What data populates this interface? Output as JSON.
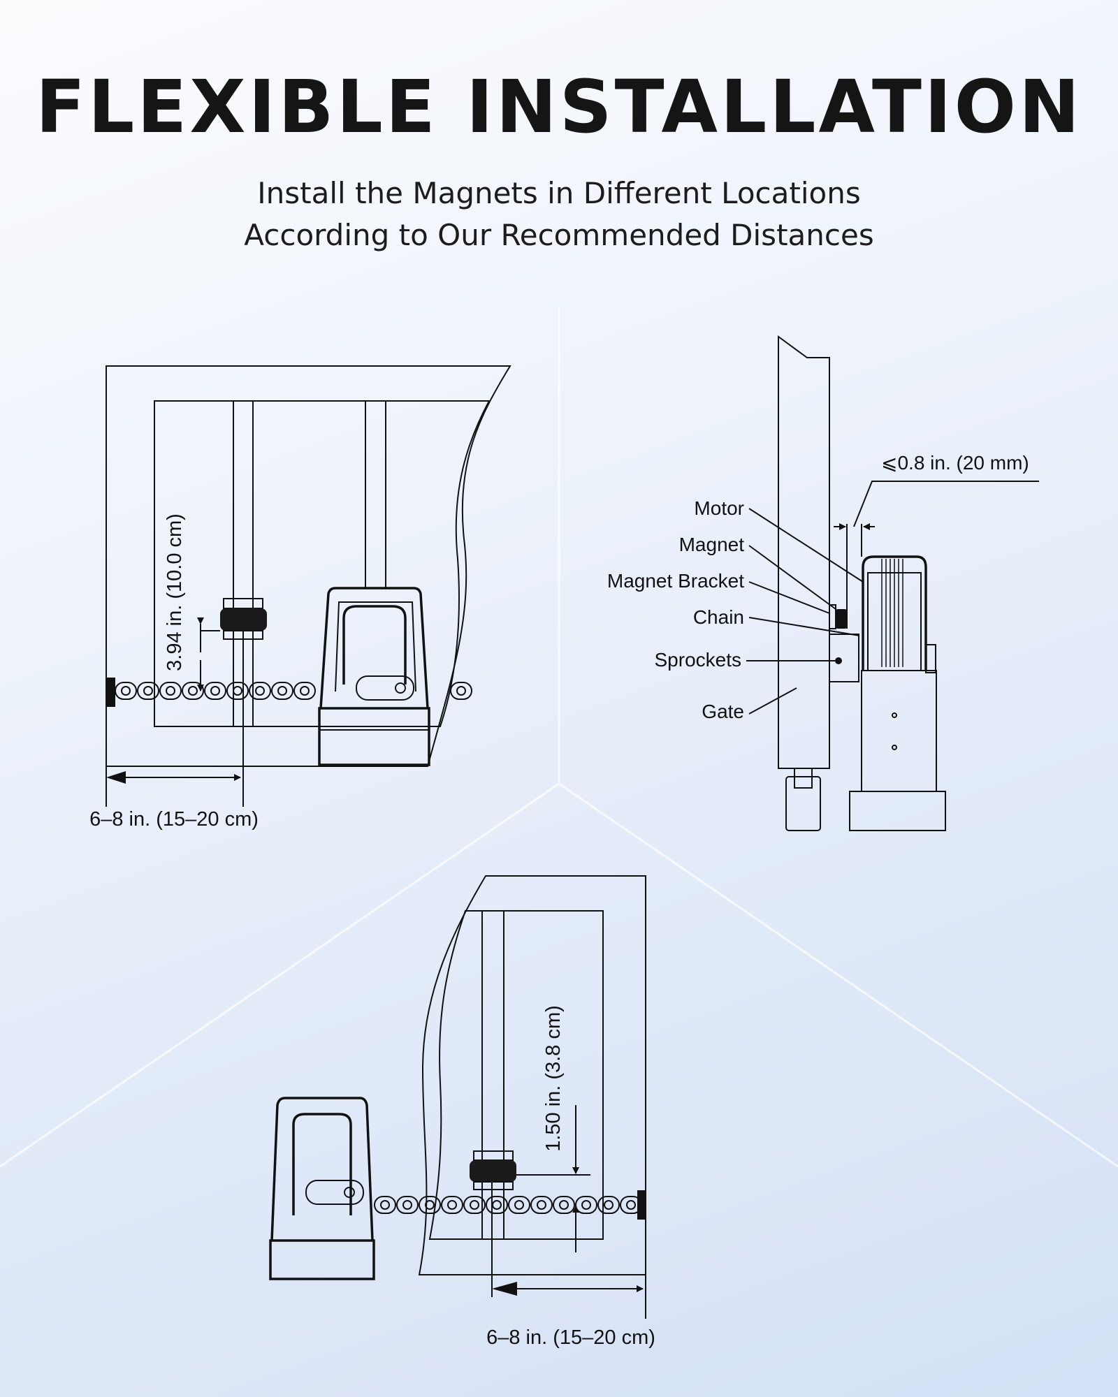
{
  "header": {
    "title": "FLEXIBLE INSTALLATION",
    "subtitle_line1": "Install the Magnets in Different Locations",
    "subtitle_line2": "According to Our Recommended Distances"
  },
  "diagram_left": {
    "vertical_dimension": "3.94 in. (10.0 cm)",
    "horizontal_dimension": "6–8 in. (15–20 cm)"
  },
  "diagram_side": {
    "gap_dimension": "⩽0.8 in. (20 mm)",
    "labels": [
      "Motor",
      "Magnet",
      "Magnet Bracket",
      "Chain",
      "Sprockets",
      "Gate"
    ]
  },
  "diagram_bottom": {
    "vertical_dimension": "1.50 in. (3.8 cm)",
    "horizontal_dimension": "6–8 in. (15–20 cm)"
  }
}
